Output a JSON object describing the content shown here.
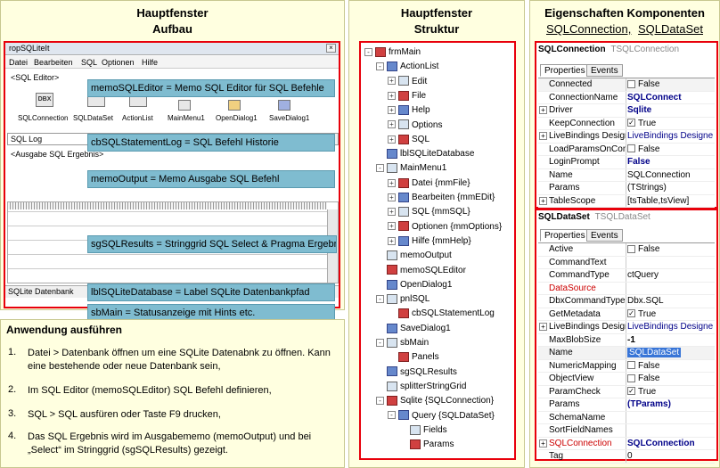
{
  "left": {
    "title": "Hauptfenster",
    "subtitle": "Aufbau",
    "window_title": "ropSQLiteIt",
    "menu": [
      "Datei",
      "Bearbeiten",
      "SQL",
      "Optionen",
      "Hilfe"
    ],
    "editor_label": "<SQL Editor>",
    "components": [
      "SQLConnection",
      "SQLDataSet",
      "ActionList",
      "MainMenu1",
      "OpenDialog1",
      "SaveDialog1"
    ],
    "dbx_icon_text": "DBX",
    "sql_log_label": "SQL Log",
    "output_label": "<Ausgabe SQL Ergebnis>",
    "status_label": "SQLite Datenbank",
    "callouts": {
      "memo_editor": "memoSQLEditor = Memo SQL Editor für SQL Befehle",
      "statement_log": "cbSQLStatementLog = SQL Befehl Historie",
      "memo_output": "memoOutput = Memo Ausgabe SQL Befehl",
      "sg_results": "sgSQLResults = Stringgrid SQL Select & Pragma Ergebnis",
      "lbl_db": "lblSQLiteDatabase = Label SQLite Datenbankpfad",
      "sb_main": "sbMain = Statusanzeige mit Hints etc."
    }
  },
  "usage": {
    "title": "Anwendung ausführen",
    "steps": [
      "Datei > Datenbank öffnen um eine SQLite Datenabnk zu öffnen. Kann eine  bestehende oder neue Datenbank sein,",
      "Im SQL Editor (memoSQLEditor)  SQL Befehl definieren,",
      "SQL > SQL ausfüren oder Taste F9 drucken,",
      "Das SQL Ergebnis wird im Ausgabememo  (memoOutput) und bei „Select“ im Stringgrid (sgSQLResults)  gezeigt."
    ],
    "numbers": [
      "1.",
      "2.",
      "3.",
      "4."
    ]
  },
  "middle": {
    "title": "Hauptfenster",
    "subtitle": "Struktur",
    "tree": [
      {
        "label": "frmMain",
        "indent": 0,
        "exp": "-"
      },
      {
        "label": "ActionList",
        "indent": 1,
        "exp": "-"
      },
      {
        "label": "Edit",
        "indent": 2,
        "exp": "+"
      },
      {
        "label": "File",
        "indent": 2,
        "exp": "+"
      },
      {
        "label": "Help",
        "indent": 2,
        "exp": "+"
      },
      {
        "label": "Options",
        "indent": 2,
        "exp": "+"
      },
      {
        "label": "SQL",
        "indent": 2,
        "exp": "+"
      },
      {
        "label": "lblSQLiteDatabase",
        "indent": 1,
        "exp": ""
      },
      {
        "label": "MainMenu1",
        "indent": 1,
        "exp": "-"
      },
      {
        "label": "Datei {mmFile}",
        "indent": 2,
        "exp": "+"
      },
      {
        "label": "Bearbeiten {mmEDit}",
        "indent": 2,
        "exp": "+"
      },
      {
        "label": "SQL {mmSQL}",
        "indent": 2,
        "exp": "+"
      },
      {
        "label": "Optionen {mmOptions}",
        "indent": 2,
        "exp": "+"
      },
      {
        "label": "Hilfe {mmHelp}",
        "indent": 2,
        "exp": "+"
      },
      {
        "label": "memoOutput",
        "indent": 1,
        "exp": ""
      },
      {
        "label": "memoSQLEditor",
        "indent": 1,
        "exp": ""
      },
      {
        "label": "OpenDialog1",
        "indent": 1,
        "exp": ""
      },
      {
        "label": "pnlSQL",
        "indent": 1,
        "exp": "-"
      },
      {
        "label": "cbSQLStatementLog",
        "indent": 2,
        "exp": ""
      },
      {
        "label": "SaveDialog1",
        "indent": 1,
        "exp": ""
      },
      {
        "label": "sbMain",
        "indent": 1,
        "exp": "-"
      },
      {
        "label": "Panels",
        "indent": 2,
        "exp": ""
      },
      {
        "label": "sgSQLResults",
        "indent": 1,
        "exp": ""
      },
      {
        "label": "splitterStringGrid",
        "indent": 1,
        "exp": ""
      },
      {
        "label": "Sqlite {SQLConnection}",
        "indent": 1,
        "exp": "-"
      },
      {
        "label": "Query {SQLDataSet}",
        "indent": 2,
        "exp": "-"
      },
      {
        "label": "Fields",
        "indent": 3,
        "exp": ""
      },
      {
        "label": "Params",
        "indent": 3,
        "exp": ""
      }
    ]
  },
  "right": {
    "title": "Eigenschaften Komponenten",
    "subtitle_a": "SQLConnection,",
    "subtitle_b": "SQLDataSet",
    "conn": {
      "name": "SQLConnection",
      "type": "TSQLConnection",
      "tabs": [
        "Properties",
        "Events"
      ],
      "rows": [
        {
          "n": "Connected",
          "v": "False",
          "chk": " ",
          "sel": true
        },
        {
          "n": "ConnectionName",
          "v": "SQLConnect",
          "bold": true
        },
        {
          "n": "Driver",
          "v": "Sqlite",
          "bold": true,
          "exp": "+"
        },
        {
          "n": "KeepConnection",
          "v": "True",
          "chk": "✓"
        },
        {
          "n": "LiveBindings Designe",
          "v": "LiveBindings Designer",
          "blue": true,
          "exp": "+"
        },
        {
          "n": "LoadParamsOnConn",
          "v": "False",
          "chk": " "
        },
        {
          "n": "LoginPrompt",
          "v": "False",
          "bold": true
        },
        {
          "n": "Name",
          "v": "SQLConnection"
        },
        {
          "n": "Params",
          "v": "(TStrings)"
        },
        {
          "n": "TableScope",
          "v": "[tsTable,tsView]",
          "exp": "+"
        }
      ]
    },
    "ds": {
      "name": "SQLDataSet",
      "type": "TSQLDataSet",
      "tabs": [
        "Properties",
        "Events"
      ],
      "rows": [
        {
          "n": "Active",
          "v": "False",
          "chk": " "
        },
        {
          "n": "CommandText",
          "v": ""
        },
        {
          "n": "CommandType",
          "v": "ctQuery"
        },
        {
          "n": "DataSource",
          "v": "",
          "red": true
        },
        {
          "n": "DbxCommandType",
          "v": "Dbx.SQL"
        },
        {
          "n": "GetMetadata",
          "v": "True",
          "chk": "✓"
        },
        {
          "n": "LiveBindings Designe",
          "v": "LiveBindings Designer",
          "blue": true,
          "exp": "+"
        },
        {
          "n": "MaxBlobSize",
          "v": "-1",
          "bold": true
        },
        {
          "n": "Name",
          "v": "SQLDataSet",
          "sel": true
        },
        {
          "n": "NumericMapping",
          "v": "False",
          "chk": " "
        },
        {
          "n": "ObjectView",
          "v": "False",
          "chk": " "
        },
        {
          "n": "ParamCheck",
          "v": "True",
          "chk": "✓"
        },
        {
          "n": "Params",
          "v": "(TParams)",
          "bold": true
        },
        {
          "n": "SchemaName",
          "v": ""
        },
        {
          "n": "SortFieldNames",
          "v": ""
        },
        {
          "n": "SQLConnection",
          "v": "SQLConnection",
          "red": true,
          "bold": true,
          "exp": "+"
        },
        {
          "n": "Tag",
          "v": "0"
        }
      ]
    }
  }
}
